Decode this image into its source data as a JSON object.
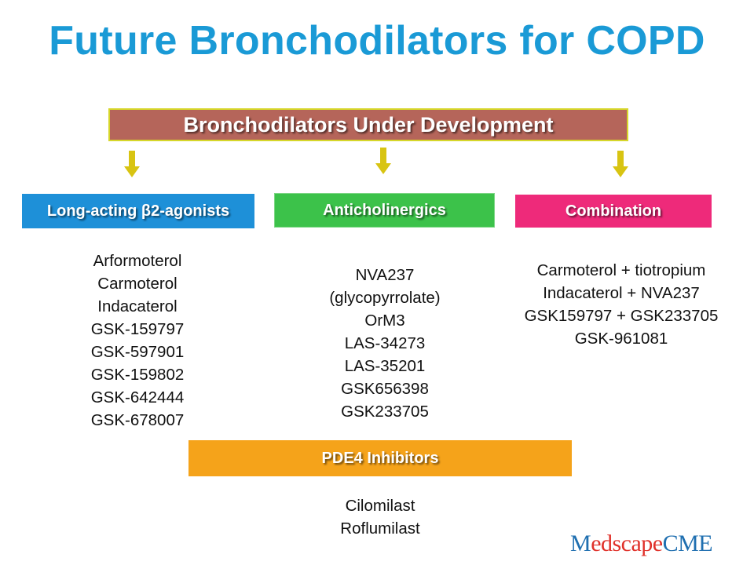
{
  "title": "Future Bronchodilators for COPD",
  "top_box": {
    "label": "Bronchodilators Under Development",
    "color": "#b5655a",
    "border": "#d6d62a"
  },
  "arrow_color": "#d8c412",
  "categories": [
    {
      "label": "Long-acting β2-agonists",
      "color": "#1e90d8",
      "items": [
        "Arformoterol",
        "Carmoterol",
        "Indacaterol",
        "GSK-159797",
        "GSK-597901",
        "GSK-159802",
        "GSK-642444",
        "GSK-678007"
      ]
    },
    {
      "label": "Anticholinergics",
      "color": "#3cc24a",
      "items": [
        "NVA237",
        "(glycopyrrolate)",
        "OrM3",
        "LAS-34273",
        "LAS-35201",
        "GSK656398",
        "GSK233705"
      ]
    },
    {
      "label": "Combination",
      "color": "#ee2a7a",
      "items": [
        "Carmoterol + tiotropium",
        "Indacaterol + NVA237",
        "GSK159797 + GSK233705",
        "GSK-961081"
      ]
    }
  ],
  "pde4": {
    "label": "PDE4 Inhibitors",
    "color": "#f5a31a",
    "items": [
      "Cilomilast",
      "Roflumilast"
    ]
  },
  "logo": {
    "part1": "M",
    "part2": "edscape",
    "part3": "CME"
  }
}
